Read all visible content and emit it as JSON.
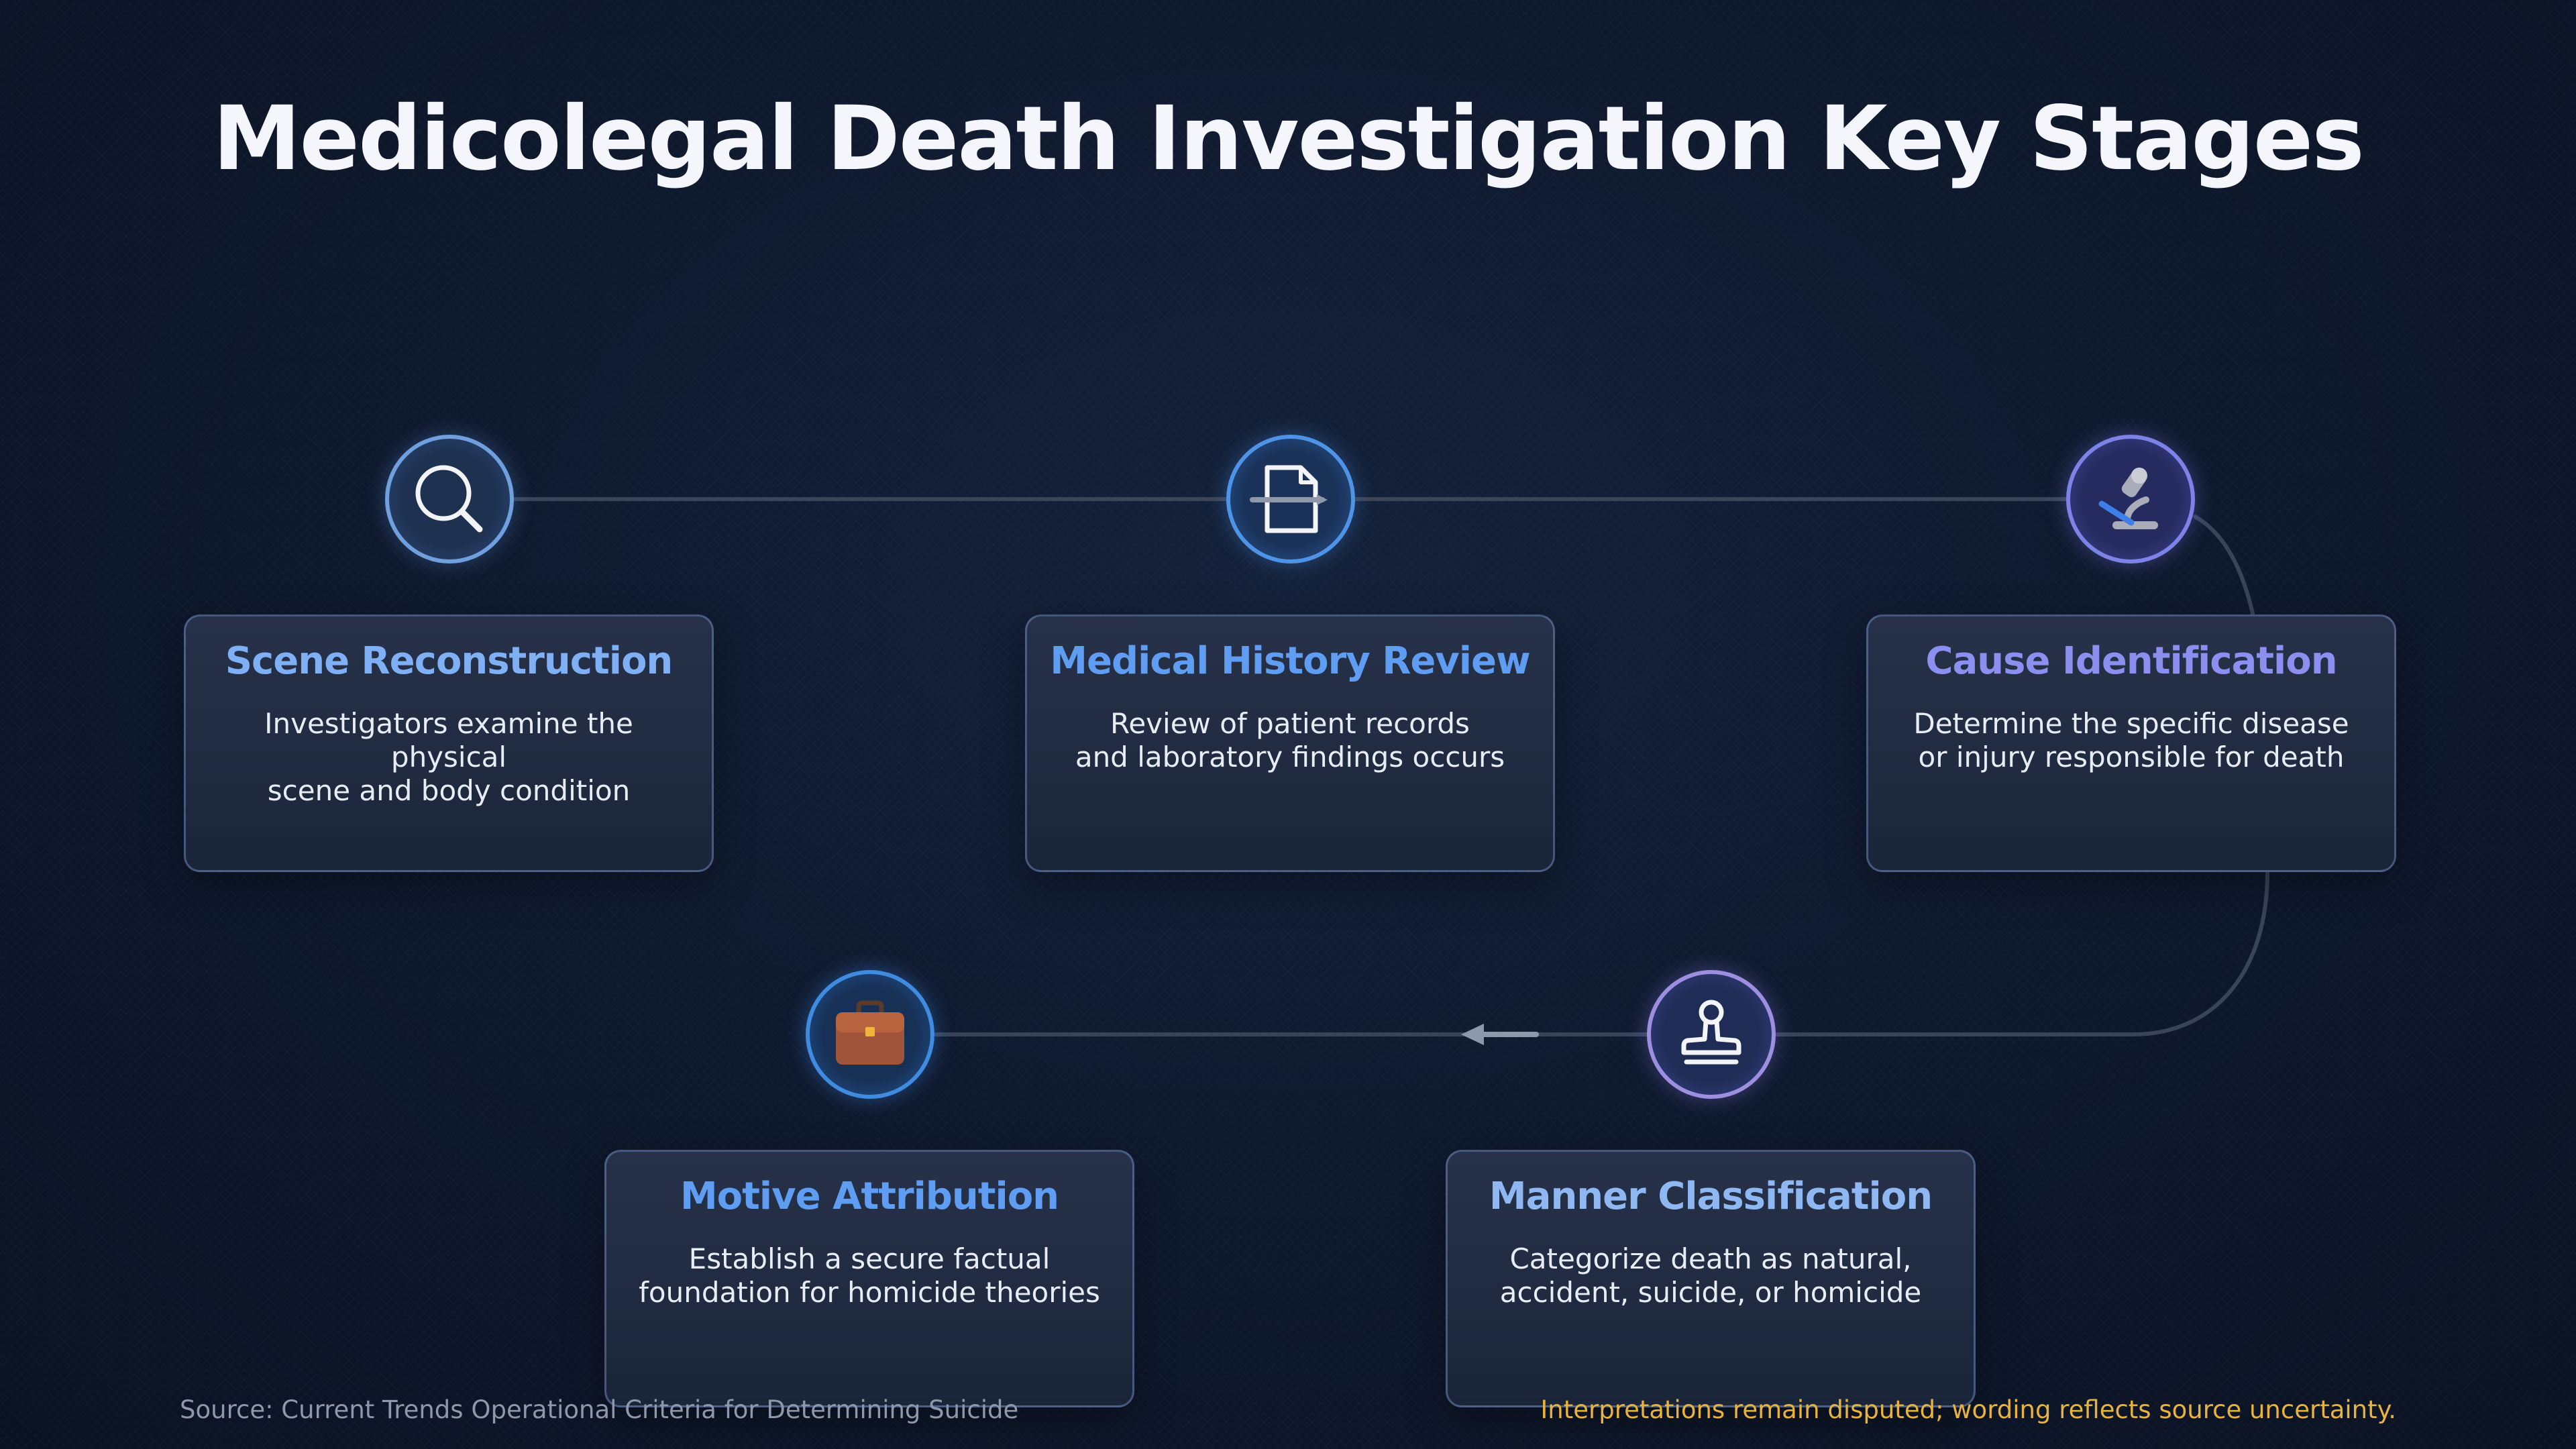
{
  "title": "Medicolegal Death Investigation Key Stages",
  "stages": [
    {
      "title": "Scene Reconstruction",
      "description_line1": "Investigators examine the physical",
      "description_line2": "scene and body condition",
      "icon": "magnifying-glass-icon",
      "title_color": "#7fb0f5"
    },
    {
      "title": "Medical History Review",
      "description_line1": "Review of patient records",
      "description_line2": "and laboratory findings occurs",
      "icon": "document-icon",
      "title_color": "#5f9df2"
    },
    {
      "title": "Cause Identification",
      "description_line1": "Determine the specific disease",
      "description_line2": "or injury responsible for death",
      "icon": "microscope-icon",
      "title_color": "#8b8ff0"
    },
    {
      "title": "Manner Classification",
      "description_line1": "Categorize death as natural,",
      "description_line2": "accident, suicide, or homicide",
      "icon": "stamp-icon",
      "title_color": "#8fb8f3"
    },
    {
      "title": "Motive Attribution",
      "description_line1": "Establish a secure factual",
      "description_line2": "foundation for homicide theories",
      "icon": "briefcase-icon",
      "title_color": "#5f9df2"
    }
  ],
  "footer": {
    "source": "Source: Current Trends Operational Criteria for Determining Suicide",
    "note": "Interpretations remain disputed; wording reflects source uncertainty."
  },
  "colors": {
    "background": "#0d1629",
    "connector": "#3a4459",
    "note": "#e8b23b"
  }
}
